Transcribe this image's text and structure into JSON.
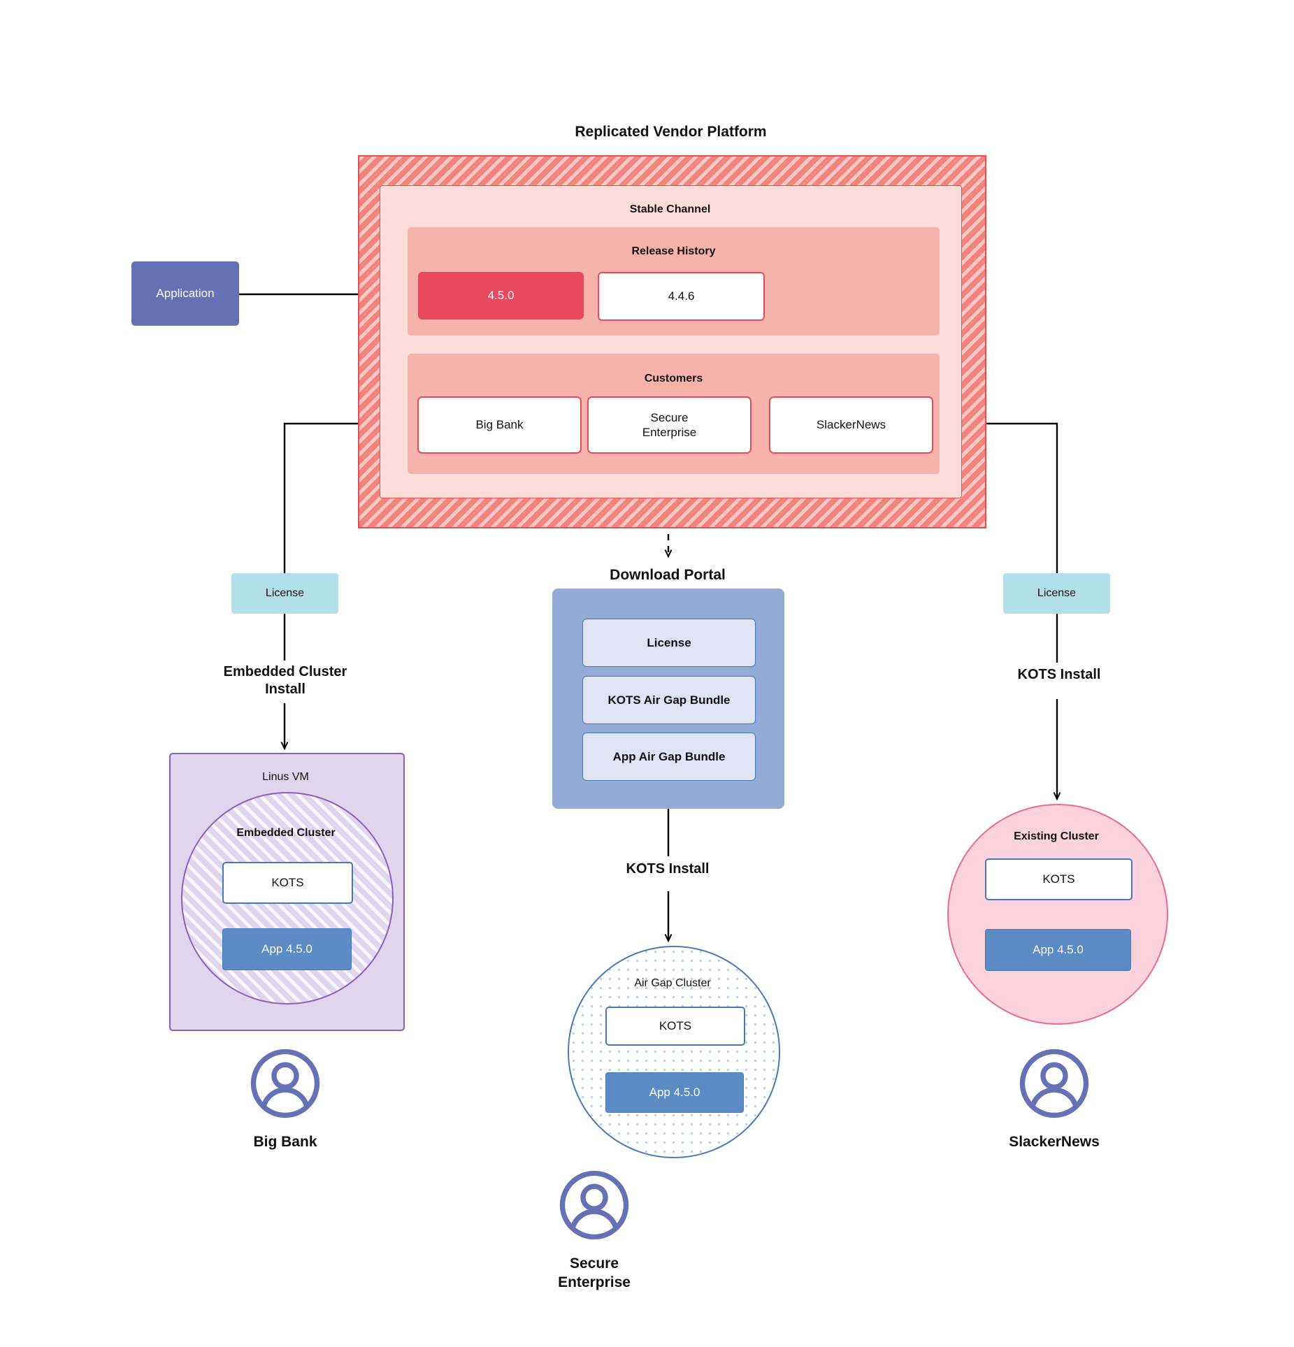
{
  "diagram": {
    "title": "Replicated Vendor Platform",
    "application": {
      "label": "Application"
    },
    "stable_channel": {
      "title": "Stable Channel",
      "release_history": {
        "title": "Release History",
        "releases": [
          {
            "version": "4.5.0",
            "state": "current"
          },
          {
            "version": "4.4.6",
            "state": "previous"
          }
        ]
      },
      "customers": {
        "title": "Customers",
        "items": [
          {
            "name": "Big Bank"
          },
          {
            "name": "Secure\nEnterprise"
          },
          {
            "name": "SlackerNews"
          }
        ]
      }
    },
    "download_portal": {
      "title": "Download  Portal",
      "items": [
        {
          "label": "License"
        },
        {
          "label": "KOTS Air Gap Bundle"
        },
        {
          "label": "App Air Gap Bundle"
        }
      ]
    },
    "branches": {
      "left": {
        "license_label": "License",
        "install_label": "Embedded Cluster\nInstall",
        "host": {
          "title": "Linus VM"
        },
        "cluster": {
          "title": "Embedded Cluster"
        },
        "kots": {
          "label": "KOTS"
        },
        "app": {
          "label": "App 4.5.0"
        },
        "persona": {
          "label": "Big Bank"
        }
      },
      "middle": {
        "install_label": "KOTS Install",
        "cluster": {
          "title": "Air Gap Cluster"
        },
        "kots": {
          "label": "KOTS"
        },
        "app": {
          "label": "App 4.5.0"
        },
        "persona": {
          "label": "Secure\nEnterprise"
        }
      },
      "right": {
        "license_label": "License",
        "install_label": "KOTS Install",
        "cluster": {
          "title": "Existing Cluster"
        },
        "kots": {
          "label": "KOTS"
        },
        "app": {
          "label": "App 4.5.0"
        },
        "persona": {
          "label": "SlackerNews"
        }
      }
    },
    "icons": {
      "persona": "user-avatar-icon",
      "arrow": "arrow-head-icon"
    },
    "colors": {
      "platform_fill": "#f2847e",
      "platform_border": "#e8504f",
      "channel_fill": "#fbdcd8",
      "section_fill": "#f7b3ab",
      "release_current": "#e8495c",
      "application": "#6670b5",
      "license": "#b2e0e8",
      "portal": "#93abd6",
      "portal_item": "#dfe4f5",
      "app_chip": "#5b8bc4",
      "kots_border": "#4579b8",
      "vm_fill": "#e1d5ee",
      "vm_border": "#8a5fbd",
      "existing_cluster": "#fbd2dd",
      "existing_cluster_border": "#ef6a93",
      "persona": "#6670b5"
    }
  }
}
